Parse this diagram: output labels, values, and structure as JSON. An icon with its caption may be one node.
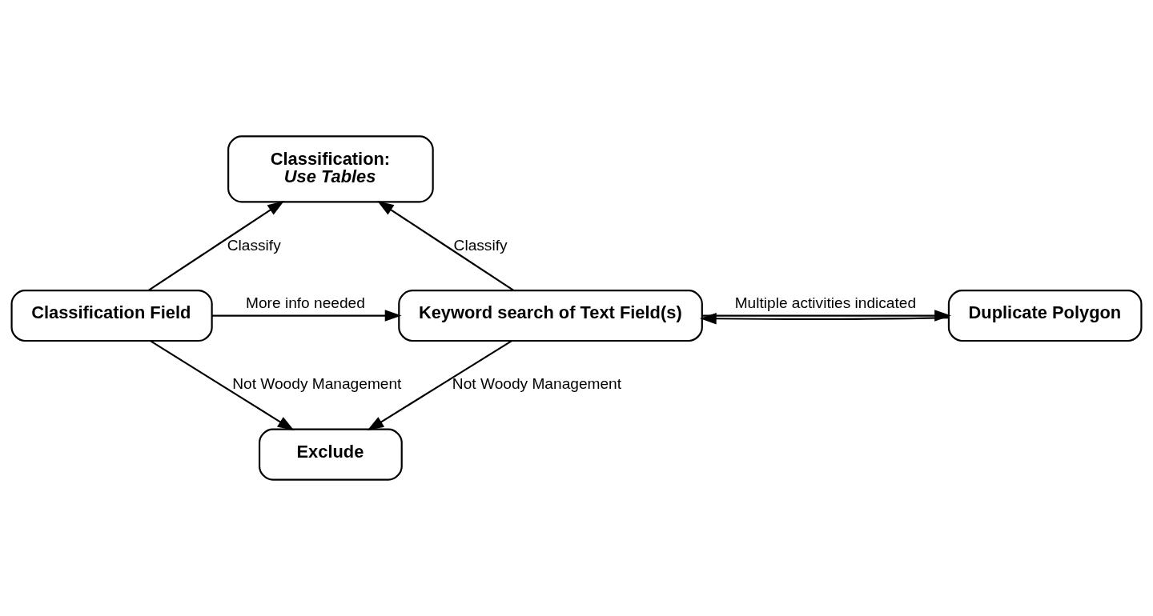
{
  "diagram": {
    "nodes": [
      {
        "text": [
          "Classification:",
          "Use Tables"
        ]
      },
      {
        "text": [
          "Classification Field"
        ]
      },
      {
        "text": [
          "Keyword search of Text Field(s)"
        ]
      },
      {
        "text": [
          "Duplicate Polygon"
        ]
      },
      {
        "text": [
          "Exclude"
        ]
      }
    ],
    "edges": [
      {
        "from": 1,
        "to": 0,
        "arrow": "to",
        "label": "Classify"
      },
      {
        "from": 2,
        "to": 0,
        "arrow": "to",
        "label": "Classify"
      },
      {
        "from": 1,
        "to": 2,
        "arrow": "to",
        "label": "More info needed"
      },
      {
        "from": 2,
        "to": 3,
        "arrow": "to",
        "label": "Multiple activities indicated"
      },
      {
        "from": 3,
        "to": 2,
        "arrow": "to"
      },
      {
        "from": 1,
        "to": 4,
        "arrow": "to",
        "label": "Not Woody Management"
      },
      {
        "from": 2,
        "to": 4,
        "arrow": "to",
        "label": "Not Woody Management"
      }
    ]
  }
}
